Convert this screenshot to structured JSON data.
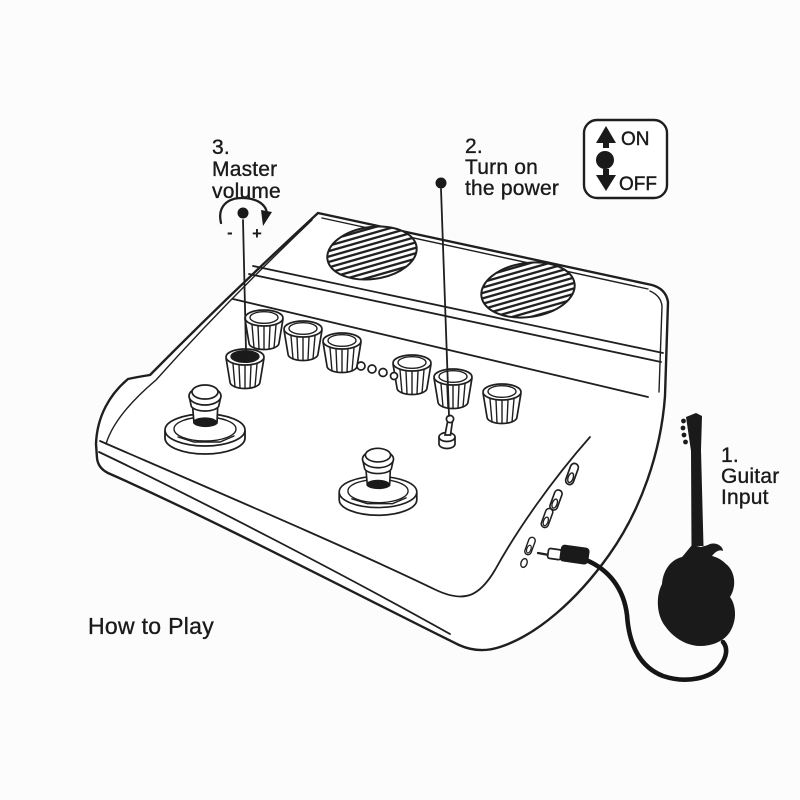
{
  "colors": {
    "ink": "#1f1f1f",
    "paper": "#fcfcfc"
  },
  "title": "How to Play",
  "steps": [
    {
      "number": "1.",
      "line1": "Guitar",
      "line2": "Input"
    },
    {
      "number": "2.",
      "line1": "Turn on",
      "line2": "the power"
    },
    {
      "number": "3.",
      "line1": "Master",
      "line2": "volume"
    }
  ],
  "legend": {
    "on": "ON",
    "off": "OFF"
  },
  "volume_control": {
    "decrease": "-",
    "increase": "+"
  }
}
